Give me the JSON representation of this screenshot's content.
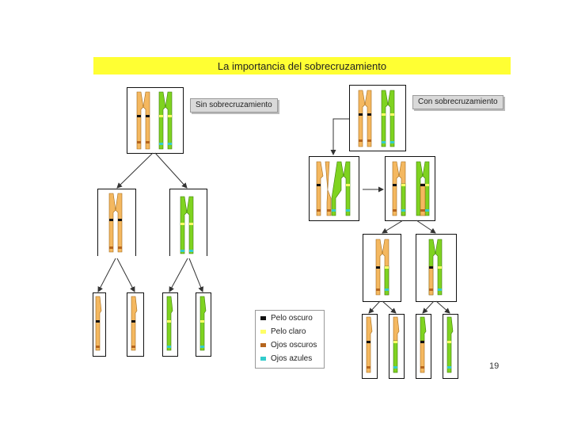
{
  "title": "La importancia del sobrecruzamiento",
  "labels": {
    "without": "Sin sobrecruzamiento",
    "with": "Con sobrecruzamiento"
  },
  "legend": [
    {
      "label": "Pelo oscuro",
      "color": "#111111"
    },
    {
      "label": "Pelo claro",
      "color": "#ffff66"
    },
    {
      "label": "Ojos oscuros",
      "color": "#b5651d"
    },
    {
      "label": "Ojos azules",
      "color": "#33cccc"
    }
  ],
  "page_number": "19",
  "colors": {
    "orange": "#f4b860",
    "green": "#7fd320",
    "title_bar": "#ffff33"
  }
}
